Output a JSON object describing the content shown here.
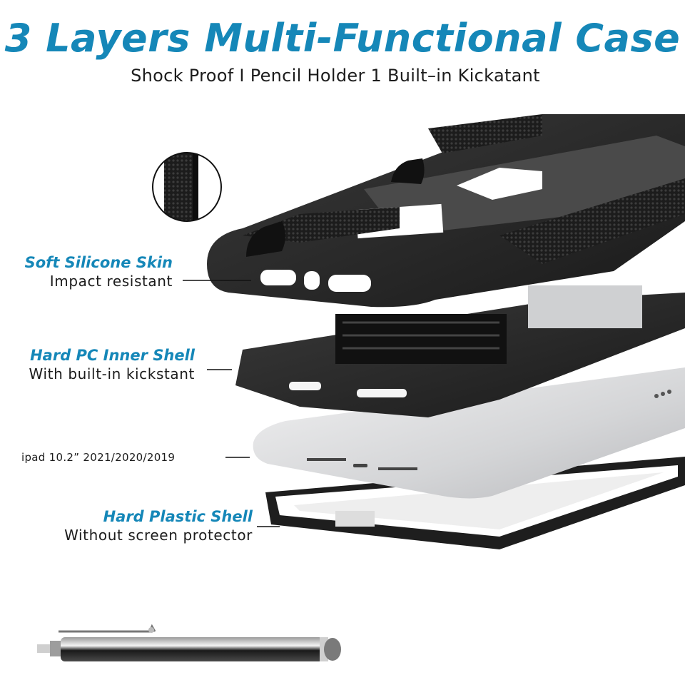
{
  "header": {
    "title": "3 Layers Multi-Functional Case",
    "subtitle": "Shock Proof I Pencil Holder 1 Built–in Kickatant"
  },
  "layers": [
    {
      "title": "Soft Silicone Skin",
      "desc": "Impact resistant"
    },
    {
      "title": "Hard PC Inner Shell",
      "desc": "With built-in kickstant"
    },
    {
      "title": "ipad 10.2” 2021/2020/2019"
    },
    {
      "title": "Hard Plastic Shell",
      "desc": "Without screen protector"
    }
  ],
  "colors": {
    "accent": "#1587b8",
    "text": "#1c1c1c",
    "case": "#2a2a2a",
    "tablet": "#d9dadc"
  },
  "icons": [
    "texture-detail-icon",
    "stylus-pen-icon"
  ]
}
